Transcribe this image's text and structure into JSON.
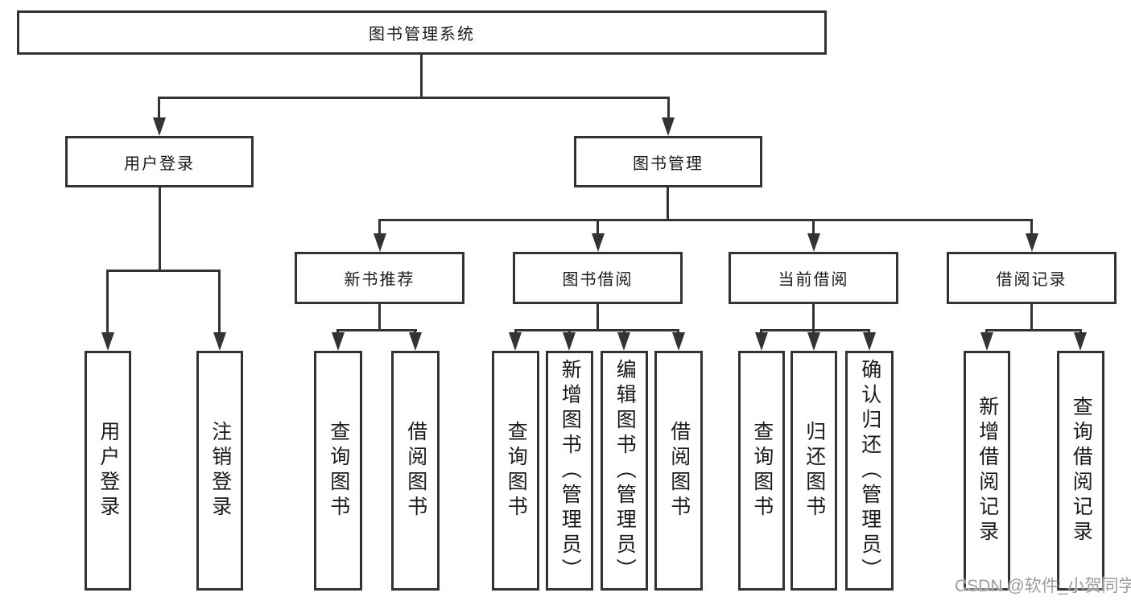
{
  "diagram": {
    "root": {
      "label": "图书管理系统"
    },
    "branches": [
      {
        "label": "用户登录",
        "children": [
          {
            "label": "用户登录"
          },
          {
            "label": "注销登录"
          }
        ]
      },
      {
        "label": "图书管理",
        "children": [
          {
            "label": "新书推荐",
            "children": [
              {
                "label": "查询图书"
              },
              {
                "label": "借阅图书"
              }
            ]
          },
          {
            "label": "图书借阅",
            "children": [
              {
                "label": "查询图书"
              },
              {
                "label": "新增图书（管理员）"
              },
              {
                "label": "编辑图书（管理员）"
              },
              {
                "label": "借阅图书"
              }
            ]
          },
          {
            "label": "当前借阅",
            "children": [
              {
                "label": "查询图书"
              },
              {
                "label": "归还图书"
              },
              {
                "label": "确认归还（管理员）"
              }
            ]
          },
          {
            "label": "借阅记录",
            "children": [
              {
                "label": "新增借阅记录"
              },
              {
                "label": "查询借阅记录"
              }
            ]
          }
        ]
      }
    ],
    "watermark": "CSDN @软件_小贺同学",
    "colors": {
      "line": "#333333",
      "text": "#1a1a1a",
      "background": "#ffffff",
      "watermark": "#9d9d9d"
    }
  }
}
